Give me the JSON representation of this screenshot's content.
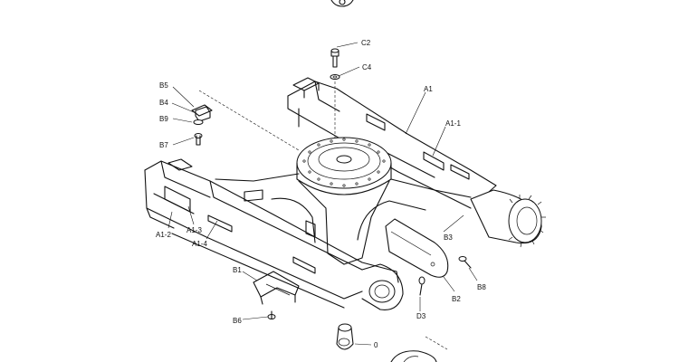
{
  "diagram": {
    "labels": {
      "C2": "C2",
      "C4": "C4",
      "A1": "A1",
      "A1_1": "A1-1",
      "B5": "B5",
      "B4": "B4",
      "B9": "B9",
      "B7": "B7",
      "A1_2": "A1-2",
      "A1_3": "A1-3",
      "A1_4": "A1-4",
      "B3": "B3",
      "B8": "B8",
      "B2": "B2",
      "D3": "D3",
      "B1": "B1",
      "B6": "B6",
      "zero": "0"
    }
  }
}
